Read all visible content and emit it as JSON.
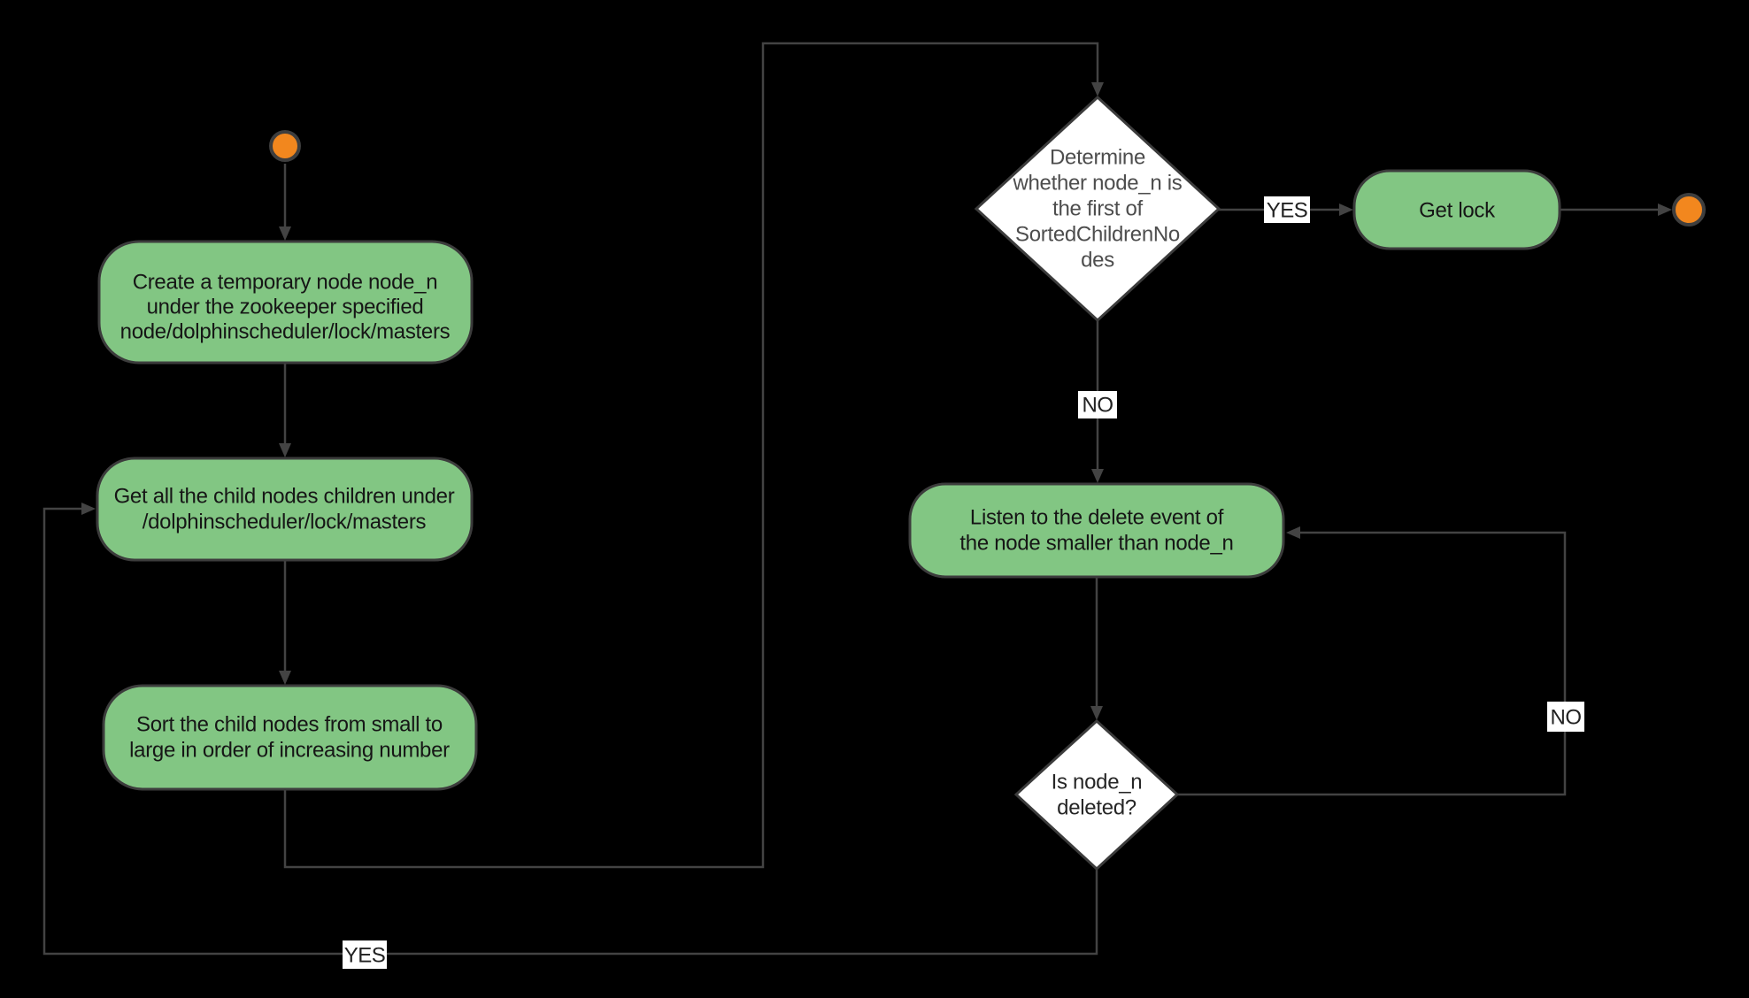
{
  "colors": {
    "background": "#000000",
    "node_fill": "#82C683",
    "node_border": "#3C3C3C",
    "node_text": "#161616",
    "decision_fill": "#FFFFFF",
    "decision_border": "#3C3C3C",
    "decision_text_primary": "#4D4D4D",
    "decision_text_secondary": "#262626",
    "terminal_fill": "#F2871E",
    "terminal_border": "#3E3E3E",
    "edge": "#434343",
    "edge_label_bg": "#FFFFFF",
    "edge_label_text": "#222222"
  },
  "nodes": {
    "start": {
      "type": "start-terminal"
    },
    "create_node": {
      "lines": [
        "Create a temporary node node_n",
        "under the zookeeper specified",
        "node/dolphinscheduler/lock/masters"
      ]
    },
    "get_children": {
      "lines": [
        "Get all the child nodes children under",
        "/dolphinscheduler/lock/masters"
      ]
    },
    "sort_children": {
      "lines": [
        "Sort the child nodes from small to",
        "large in order of increasing number"
      ]
    },
    "first_check": {
      "lines": [
        "Determine",
        "whether node_n is",
        "the first of",
        "SortedChildrenNo",
        "des"
      ]
    },
    "get_lock": {
      "label": "Get lock"
    },
    "listen_delete": {
      "lines": [
        "Listen to the delete event of",
        "the node smaller than node_n"
      ]
    },
    "deleted_check": {
      "lines": [
        "Is node_n",
        "deleted?"
      ]
    },
    "end": {
      "type": "end-terminal"
    }
  },
  "edge_labels": {
    "first_check_yes": "YES",
    "first_check_no": "NO",
    "deleted_check_no": "NO",
    "deleted_check_yes": "YES"
  }
}
